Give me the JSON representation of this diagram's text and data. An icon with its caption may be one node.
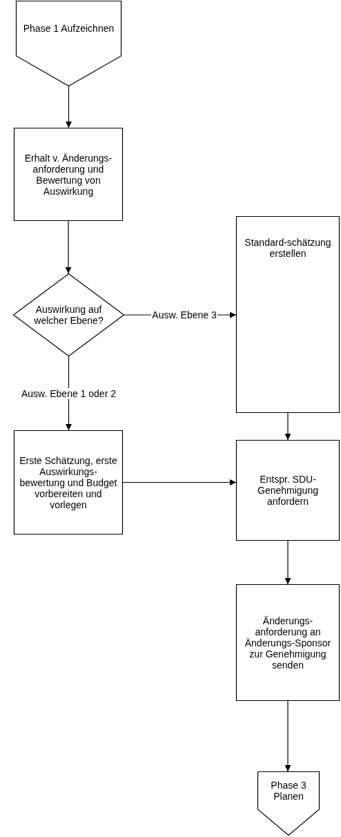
{
  "diagram": {
    "nodes": [
      {
        "text": [
          "Phase 1 Aufzeichnen"
        ]
      },
      {
        "text": [
          "Erhalt v. Änderungs-anforderung und Bewertung von Auswirkung"
        ]
      },
      {
        "text": [
          "Auswirkung auf welcher Ebene?"
        ]
      },
      {
        "text": [
          "Standard-schätzung erstellen"
        ]
      },
      {
        "text": [
          "Erste Schätzung, erste Auswirkungs-bewertung und Budget vorbereiten und vorlegen"
        ]
      },
      {
        "text": [
          "Entspr. SDU-Genehmigung anfordern"
        ]
      },
      {
        "text": [
          "Änderungs-anforderung an Änderungs-Sponsor zur Genehmigung senden"
        ]
      },
      {
        "text": [
          "Phase 3 Planen"
        ]
      }
    ],
    "edges": [
      {
        "from": 0,
        "to": 1,
        "arrow": "to"
      },
      {
        "from": 1,
        "to": 2,
        "arrow": "to"
      },
      {
        "from": 2,
        "to": 3,
        "arrow": "to",
        "label": "Ausw. Ebene 3"
      },
      {
        "from": 2,
        "to": 4,
        "arrow": "to",
        "label": "Ausw. Ebene 1 oder 2"
      },
      {
        "from": 3,
        "to": 5,
        "arrow": "to"
      },
      {
        "from": 4,
        "to": 5,
        "arrow": "to"
      },
      {
        "from": 5,
        "to": 6,
        "arrow": "to"
      },
      {
        "from": 6,
        "to": 7,
        "arrow": "to"
      }
    ]
  }
}
